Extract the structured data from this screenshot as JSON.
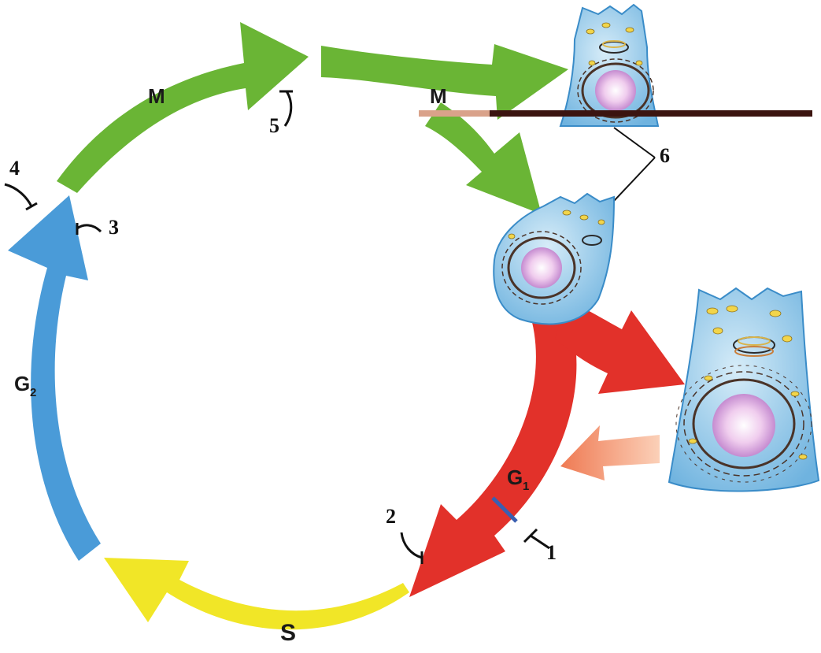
{
  "phases": {
    "m_upper": "M",
    "m_lower": "M",
    "g2": "G",
    "g2_sub": "2",
    "g1": "G",
    "g1_sub": "1",
    "s": "S"
  },
  "markers": {
    "m1": "1",
    "m2": "2",
    "m3": "3",
    "m4": "4",
    "m5": "5",
    "m6": "6"
  },
  "colors": {
    "m_phase": "#6ab535",
    "g2_phase": "#4a9bd8",
    "s_phase": "#f1e627",
    "g1_phase": "#e2312a",
    "quiescence": "#f08a63",
    "cell_fill": "#8ec6e6",
    "nucleus": "#e6bde9"
  }
}
